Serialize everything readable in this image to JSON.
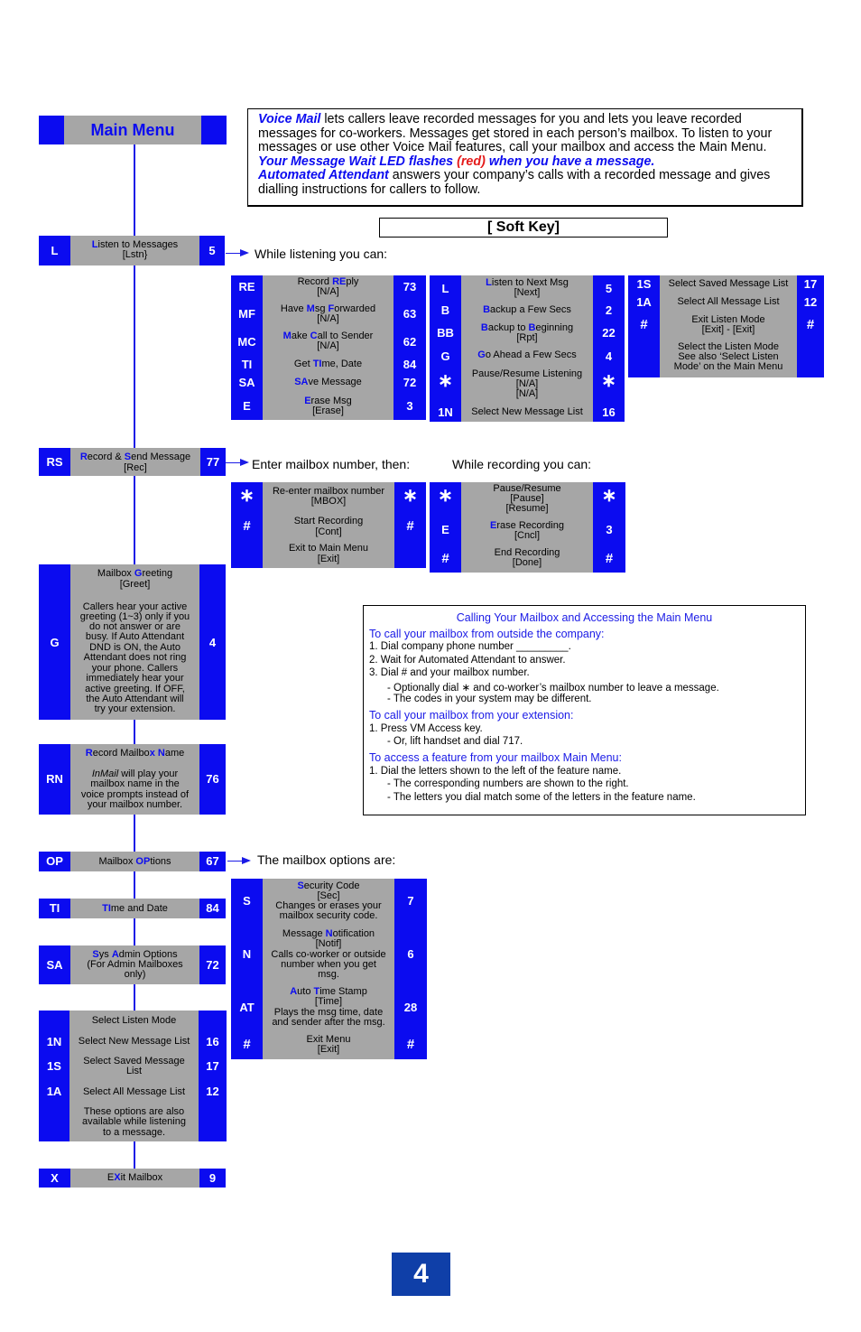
{
  "main_menu": {
    "title": "Main Menu"
  },
  "intro": {
    "vm": "Voice Mail",
    "p1": " lets callers leave recorded messages for you and lets you leave recorded messages for co-workers.  Messages get stored in each person’s mailbox.  To listen to your messages or use other Voice Mail features, call your mailbox and access the Main Menu. ",
    "led_a": "Your Message Wait LED flashes ",
    "led_red": "(red)",
    "led_b": " when you have a message.",
    "aa": "Automated Attendant",
    "p2": " answers your company’s calls with a recorded message and gives dialling instructions for callers to follow."
  },
  "softkey": "[ Soft Key]",
  "labels": {
    "listening": "While listening you can:",
    "enter_mbox": "Enter mailbox number, then:",
    "recording": "While recording you can:",
    "options": "The mailbox options are:"
  },
  "menu": {
    "listen": {
      "code": "L",
      "num": "5",
      "hl": "L",
      "text": "isten to Messages",
      "soft": "[Lstn}"
    },
    "record": {
      "code": "RS",
      "num": "77",
      "hl1": "R",
      "t1": "ecord & ",
      "hl2": "S",
      "t2": "end Message",
      "soft": "[Rec]"
    },
    "greeting": {
      "code": "G",
      "num": "4",
      "t1": "Mailbox ",
      "hl": "G",
      "t2": "reeting",
      "soft": "[Greet]",
      "desc": [
        "Callers hear your active",
        "greeting (1~3) only if you",
        "do not answer or are",
        "busy.  If Auto Attendant",
        "DND is ON, the Auto",
        "Attendant does not ring",
        "your phone.  Callers",
        "immediately hear your",
        "active greeting.  If OFF,",
        "the Auto Attendant will",
        "try your extension."
      ]
    },
    "name": {
      "code": "RN",
      "num": "76",
      "hl1": "R",
      "t1": "ecord Mailbo",
      "hl2": "x",
      "t2": " ",
      "hl3": "N",
      "t3": "ame",
      "desc_it": "InMail",
      "desc": [
        " will play your",
        "mailbox name in the",
        "voice prompts instead of",
        "your mailbox number."
      ]
    },
    "options": {
      "code": "OP",
      "num": "67",
      "t1": "Mailbox ",
      "hl": "OP",
      "t2": "tions"
    },
    "time": {
      "code": "TI",
      "num": "84",
      "hl": "TI",
      "t": "me and Date"
    },
    "admin": {
      "code": "SA",
      "num": "72",
      "hl1": "S",
      "t1": "ys ",
      "hl2": "A",
      "t2": "dmin Options",
      "l2": "(For Admin Mailboxes",
      "l3": "only)"
    },
    "select": {
      "title": "Select Listen Mode",
      "rows": [
        {
          "code": "1N",
          "label": "Select New Message List",
          "num": "16"
        },
        {
          "code": "1S",
          "label": "Select Saved Message",
          "label2": "List",
          "num": "17"
        },
        {
          "code": "1A",
          "label": "Select All Message List",
          "num": "12"
        }
      ],
      "note": [
        "These options are also",
        "available while listening",
        "to a message."
      ]
    },
    "exit": {
      "code": "X",
      "num": "9",
      "t1": "E",
      "hl": "X",
      "t2": "it Mailbox"
    }
  },
  "listen_a": [
    {
      "code": "RE",
      "num": "73",
      "hl": "RE",
      "t1": "Record ",
      "t2": "ply",
      "soft": "[N/A]"
    },
    {
      "code": "MF",
      "num": "63",
      "t1": "Have ",
      "hl": "M",
      "t2": "sg ",
      "hl2": "F",
      "t3": "orwarded",
      "soft": "[N/A]"
    },
    {
      "code": "MC",
      "num": "62",
      "hl": "M",
      "t2": "ake ",
      "hl2": "C",
      "t3": "all to Sender",
      "soft": "[N/A]"
    },
    {
      "code": "TI",
      "num": "84",
      "t1": "Get ",
      "hl": "TI",
      "t2": "me, Date"
    },
    {
      "code": "SA",
      "num": "72",
      "hl": "SA",
      "t2": "ve Message"
    },
    {
      "code": "E",
      "num": "3",
      "hl": "E",
      "t2": "rase Msg",
      "soft": "[Erase]"
    }
  ],
  "listen_b": [
    {
      "code": "L",
      "num": "5",
      "hl": "L",
      "t2": "isten to Next Msg",
      "soft": "[Next]"
    },
    {
      "code": "B",
      "num": "2",
      "hl": "B",
      "t2": "ackup a Few Secs"
    },
    {
      "code": "BB",
      "num": "22",
      "hl": "B",
      "t2": "ackup to ",
      "hl2": "B",
      "t3": "eginning",
      "soft": "[Rpt]"
    },
    {
      "code": "G",
      "num": "4",
      "hl": "G",
      "t2": "o Ahead a Few Secs"
    },
    {
      "code": "∗",
      "num": "∗",
      "t1": "Pause/Resume Listening",
      "soft": "[N/A]",
      "soft2": "[N/A]"
    },
    {
      "code": "1N",
      "num": "16",
      "t1": "Select New Message List"
    }
  ],
  "listen_c": [
    {
      "code": "1S",
      "num": "17",
      "t1": "Select Saved Message List"
    },
    {
      "code": "1A",
      "num": "12",
      "t1": "Select All Message List"
    },
    {
      "code": "#",
      "num": "#",
      "t1": "Exit Listen Mode",
      "soft": "[Exit] - [Exit]"
    },
    {
      "t1": "Select the Listen Mode",
      "l2": "See also ‘Select Listen",
      "l3": "Mode’ on the Main Menu"
    }
  ],
  "mbox_entry": [
    {
      "code": "∗",
      "num": "∗",
      "t1": "Re-enter mailbox number",
      "soft": "[MBOX]"
    },
    {
      "code": "#",
      "num": "#",
      "t1": "Start Recording",
      "soft": "[Cont]"
    },
    {
      "t1": "Exit to Main Menu",
      "soft": "[Exit]"
    }
  ],
  "rec_opts": [
    {
      "code": "∗",
      "num": "∗",
      "t1": "Pause/Resume",
      "soft": "[Pause]",
      "soft2": "[Resume]"
    },
    {
      "code": "E",
      "num": "3",
      "hl": "E",
      "t2": "rase Recording",
      "soft": "[Cncl]"
    },
    {
      "code": "#",
      "num": "#",
      "t1": "End Recording",
      "soft": "[Done]"
    }
  ],
  "mbox_opts": [
    {
      "code": "S",
      "num": "7",
      "hl": "S",
      "t2": "ecurity Code",
      "soft": "[Sec]",
      "d": [
        "Changes or erases your",
        "mailbox security code."
      ]
    },
    {
      "code": "N",
      "num": "6",
      "t1": "Message ",
      "hl": "N",
      "t2": "otification",
      "soft": "[Notif]",
      "d": [
        "Calls co-worker or outside",
        "number when you get",
        "msg."
      ]
    },
    {
      "code": "AT",
      "num": "28",
      "hl": "A",
      "t2": "uto ",
      "hl2": "T",
      "t3": "ime Stamp",
      "soft": "[Time]",
      "d": [
        "Plays the msg time, date",
        "and sender after the msg."
      ]
    },
    {
      "code": "#",
      "num": "#",
      "t1": "Exit Menu",
      "soft": "[Exit]"
    }
  ],
  "info": {
    "title": "Calling Your Mailbox and Accessing the Main Menu",
    "h1": "To call your mailbox from outside the company:",
    "l1": "1.  Dial company phone number _________.",
    "l2": "2.  Wait for Automated Attendant to answer.",
    "l3": "3.  Dial # and your mailbox number.",
    "l4": "-  Optionally dial ∗ and co-worker’s mailbox number to leave a message.",
    "l5": "-  The codes in your system may be different.",
    "h2": "To call your mailbox from your extension:",
    "l6": "1.  Press VM Access key.",
    "l7": "-  Or, lift handset and dial 717.",
    "h3": "To access a feature from your mailbox Main Menu:",
    "l8": "1.  Dial the letters shown to the left of the feature name.",
    "l9": "-  The corresponding numbers are shown to the right.",
    "l10": "-  The letters you dial match some of the letters in the feature name."
  },
  "page_number": "4",
  "colors": {
    "blue": "#0b0bf0",
    "gray": "#a6a6a6",
    "red": "#e41b1b",
    "page_box": "#0f3fa8"
  }
}
